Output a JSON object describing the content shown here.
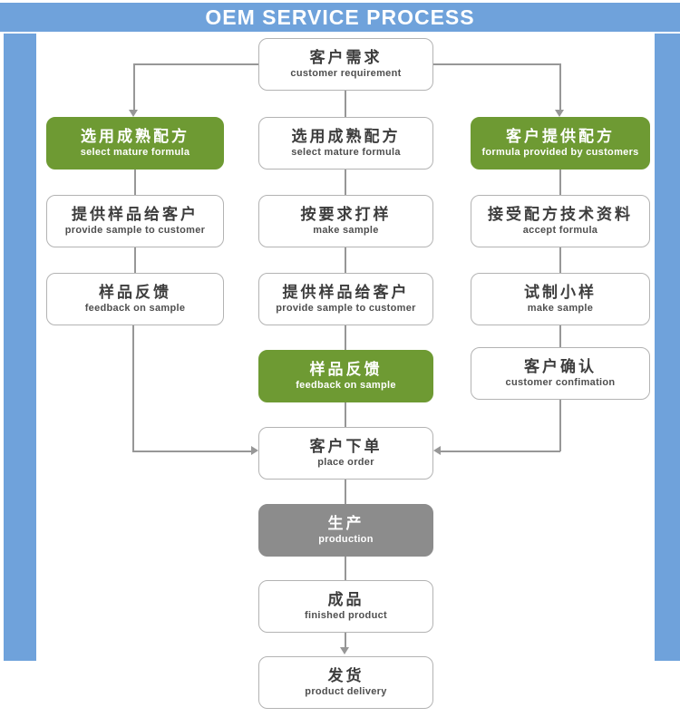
{
  "header": {
    "title": "OEM SERVICE PROCESS"
  },
  "colors": {
    "accent_blue": "#6FA2DB",
    "accent_green": "#6E9A33",
    "accent_gray": "#8C8C8C",
    "box_border": "#B3B3B3",
    "line_gray": "#979797",
    "text_dark": "#3D3D3D",
    "text_sub": "#4F4F4F"
  },
  "nodes": {
    "customer_requirement": {
      "zh": "客户需求",
      "en": "customer requirement"
    },
    "select_mature_left": {
      "zh": "选用成熟配方",
      "en": "select mature formula"
    },
    "select_mature_mid": {
      "zh": "选用成熟配方",
      "en": "select mature formula"
    },
    "formula_provided": {
      "zh": "客户提供配方",
      "en": "formula provided by customers"
    },
    "provide_sample_left": {
      "zh": "提供样品给客户",
      "en": "provide sample to customer"
    },
    "make_sample_mid": {
      "zh": "按要求打样",
      "en": "make sample"
    },
    "accept_formula": {
      "zh": "接受配方技术资料",
      "en": "accept formula"
    },
    "feedback_left": {
      "zh": "样品反馈",
      "en": "feedback on sample"
    },
    "provide_sample_mid": {
      "zh": "提供样品给客户",
      "en": "provide sample to customer"
    },
    "make_sample_right": {
      "zh": "试制小样",
      "en": "make sample"
    },
    "feedback_mid": {
      "zh": "样品反馈",
      "en": "feedback on sample"
    },
    "customer_confirmation": {
      "zh": "客户确认",
      "en": "customer confimation"
    },
    "place_order": {
      "zh": "客户下单",
      "en": "place order"
    },
    "production": {
      "zh": "生产",
      "en": "production"
    },
    "finished_product": {
      "zh": "成品",
      "en": "finished product"
    },
    "product_delivery": {
      "zh": "发货",
      "en": "product delivery"
    }
  }
}
